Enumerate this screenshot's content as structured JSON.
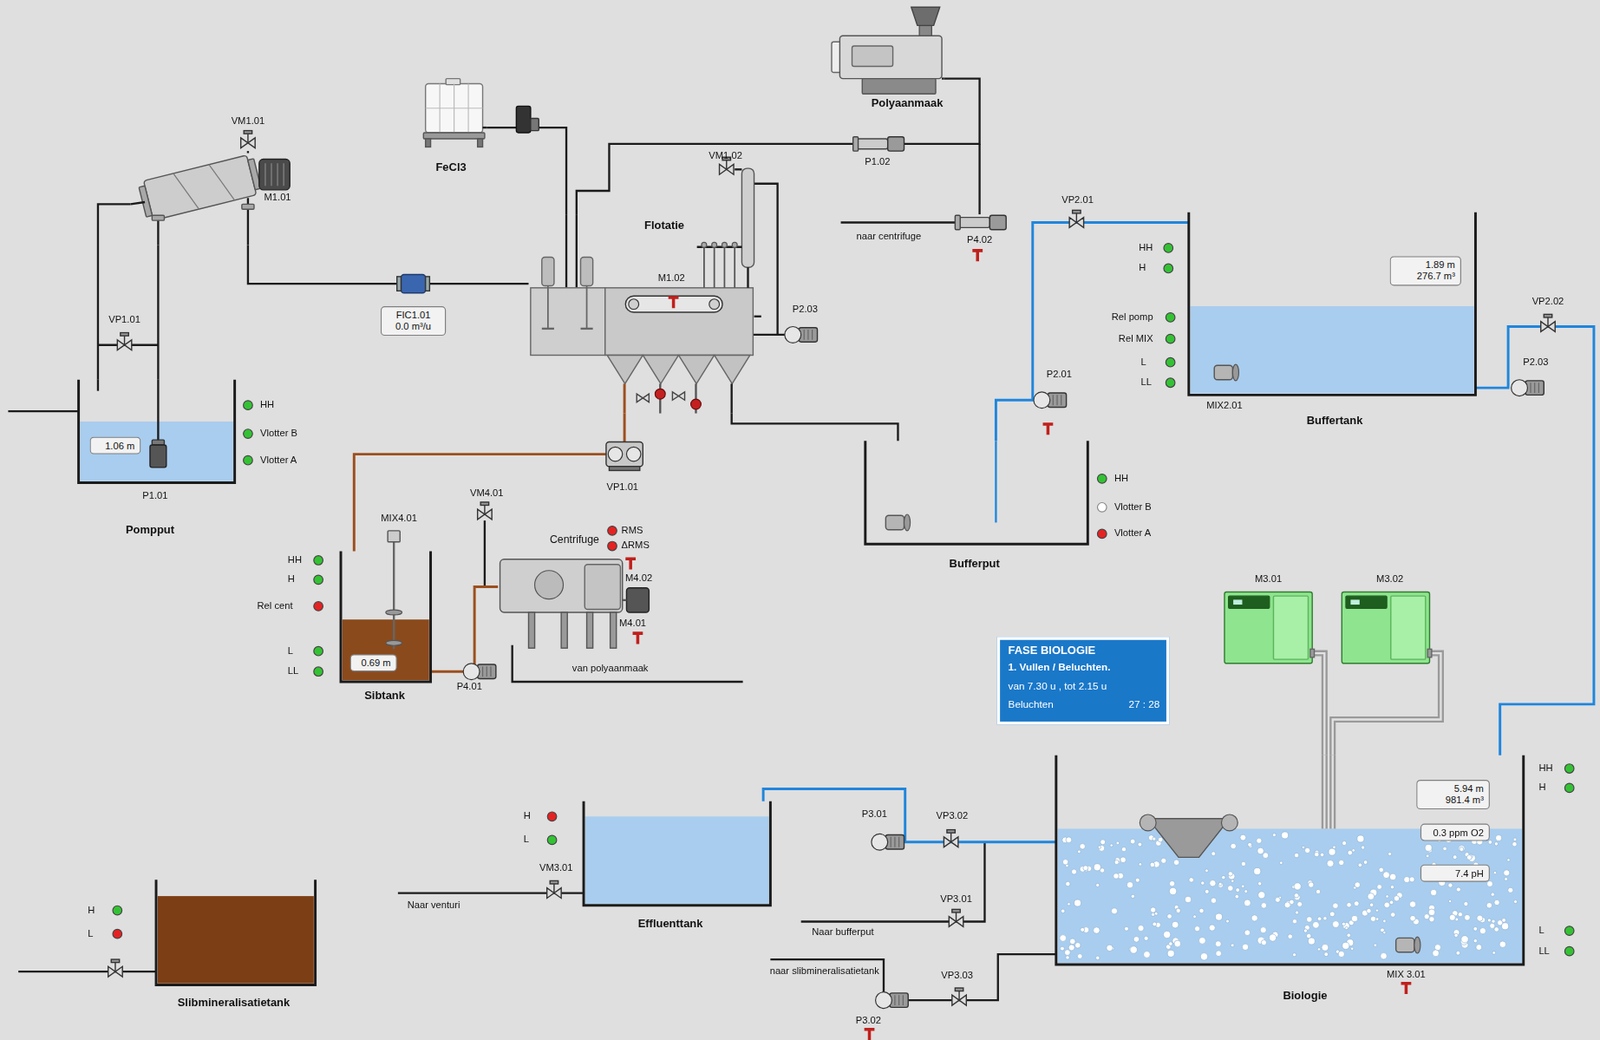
{
  "diagram": {
    "nodes": [
      {
        "text": [
          "M1.01"
        ]
      },
      {
        "text": [
          "FeCl3"
        ]
      },
      {
        "text": [
          "Polyaanmaak"
        ]
      },
      {
        "text": [
          "Flotatie"
        ]
      },
      {
        "text": [
          "FIC1.01",
          "0.0 m³/u"
        ]
      },
      {
        "text": [
          "Buffertank"
        ]
      },
      {
        "text": [
          "1.89 m",
          "276.7 m³"
        ],
        "in": 5
      },
      {
        "text": [
          "Pompput"
        ]
      },
      {
        "text": [
          "1.06 m"
        ],
        "in": 7
      },
      {
        "text": [
          "Bufferput"
        ]
      },
      {
        "text": [
          "Sibtank"
        ]
      },
      {
        "text": [
          "0.69 m"
        ],
        "in": 10
      },
      {
        "text": [
          "Centrifuge"
        ]
      },
      {
        "text": [
          "M3.01"
        ]
      },
      {
        "text": [
          "M3.02"
        ]
      },
      {
        "text": [
          "FASE BIOLOGIE",
          "1. Vullen / Beluchten.",
          "van 7.30 u , tot 2.15 u",
          "Beluchten",
          "27 : 28"
        ]
      },
      {
        "text": [
          "Effluenttank"
        ]
      },
      {
        "text": [
          "Biologie"
        ]
      },
      {
        "text": [
          "5.94 m",
          "981.4 m³"
        ],
        "in": 17
      },
      {
        "text": [
          "0.3 ppm O2"
        ],
        "in": 17
      },
      {
        "text": [
          "7.4 pH"
        ],
        "in": 17
      },
      {
        "text": [
          "Slibmineralisatietank"
        ]
      }
    ],
    "edges": [
      {
        "from": 7,
        "to": 0,
        "arrow": "none"
      },
      {
        "from": 0,
        "to": 3,
        "arrow": "none"
      },
      {
        "from": 0,
        "to": 7,
        "arrow": "none"
      },
      {
        "from": 1,
        "to": 3,
        "arrow": "none"
      },
      {
        "from": 2,
        "to": 3,
        "arrow": "none"
      },
      {
        "from": 3,
        "to": 9,
        "arrow": "none"
      },
      {
        "from": 3,
        "to": 10,
        "arrow": "none"
      },
      {
        "from": 9,
        "to": 5,
        "arrow": "none"
      },
      {
        "from": 5,
        "to": 17,
        "arrow": "none"
      },
      {
        "from": 10,
        "to": 12,
        "arrow": "none"
      },
      {
        "from": 17,
        "to": 16,
        "arrow": "none"
      },
      {
        "from": 13,
        "to": 17,
        "arrow": "none"
      },
      {
        "from": 14,
        "to": 17,
        "arrow": "none"
      }
    ],
    "labels": [
      "VM1.01",
      "VP1.01",
      "P1.01",
      "HH",
      "Vlotter B",
      "Vlotter A",
      "VM1.02",
      "M1.02",
      "P2.03",
      "VP1.01",
      "P1.02",
      "naar centrifuge",
      "P4.02",
      "VP2.01",
      "HH",
      "H",
      "Rel pomp",
      "Rel MIX",
      "L",
      "LL",
      "VP2.02",
      "P2.03",
      "MIX2.01",
      "P2.01",
      "HH",
      "Vlotter B",
      "Vlotter A",
      "MIX4.01",
      "HH",
      "H",
      "Rel cent",
      "L",
      "LL",
      "P4.01",
      "VM4.01",
      "RMS",
      "ΔRMS",
      "M4.02",
      "M4.01",
      "van polyaanmaak",
      "H",
      "L",
      "VM3.01",
      "Naar venturi",
      "P3.01",
      "VP3.02",
      "VP3.01",
      "Naar bufferput",
      "naar slibmineralisatietank",
      "VP3.03",
      "P3.02",
      "HH",
      "H",
      "L",
      "LL",
      "MIX 3.01",
      "H",
      "L"
    ]
  }
}
